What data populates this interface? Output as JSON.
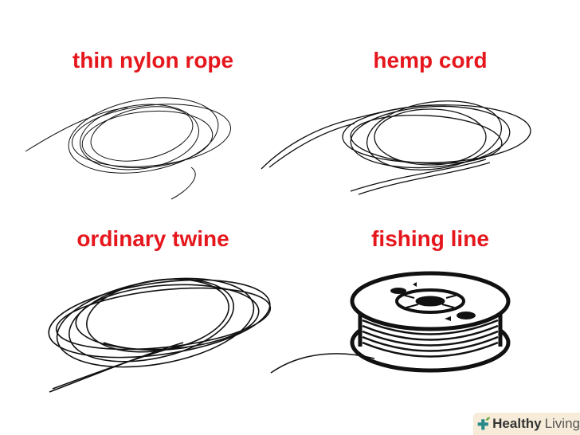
{
  "labels": {
    "top_left": "thin nylon rope",
    "top_right": "hemp cord",
    "bottom_left": "ordinary twine",
    "bottom_right": "fishing line"
  },
  "logo": {
    "bold": "Healthy",
    "light": "Living"
  },
  "colors": {
    "label": "#e5171d",
    "logo_bg": "#f6ecd9",
    "logo_cross": "#2a8a8a",
    "logo_leaf": "#6aa43a"
  }
}
